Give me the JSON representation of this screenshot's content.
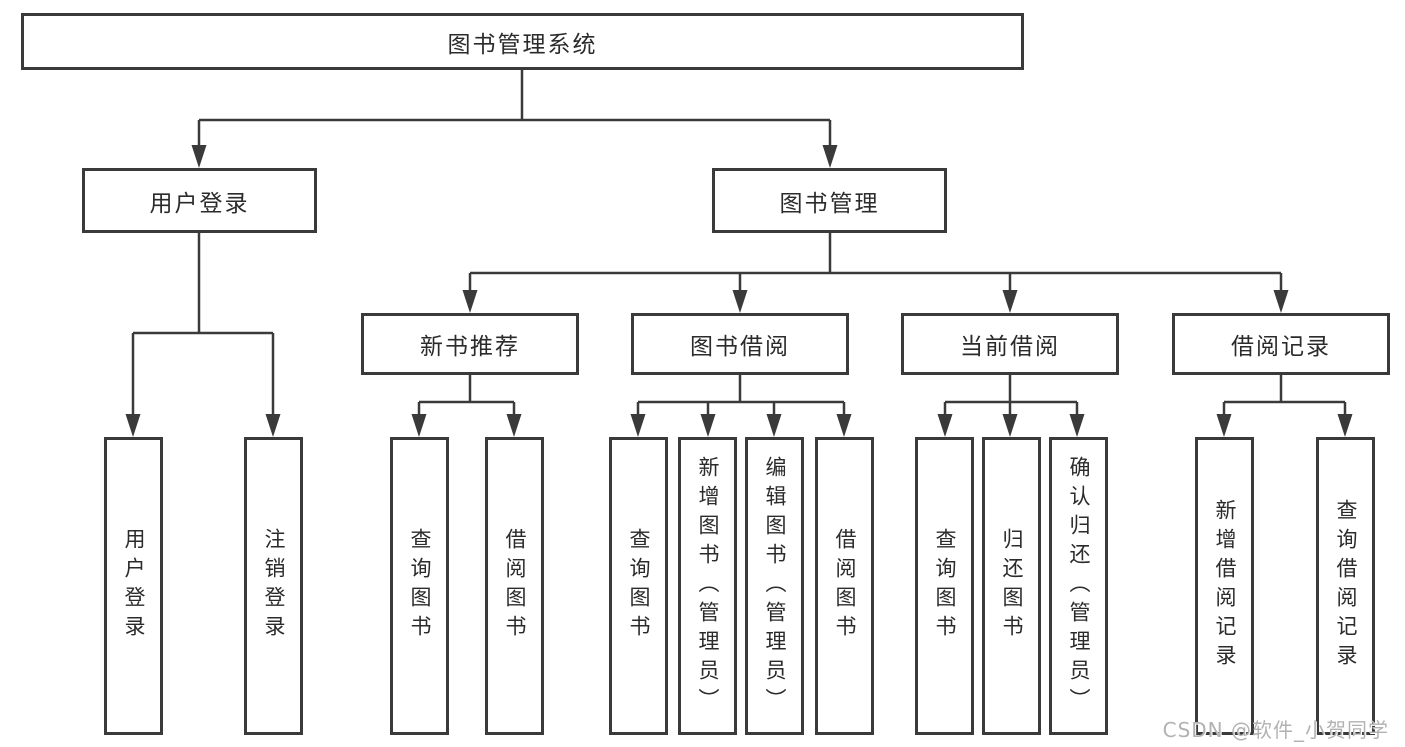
{
  "nodes": {
    "root": "图书管理系统",
    "user_login": "用户登录",
    "book_mgmt": "图书管理",
    "new_book_rec": "新书推荐",
    "book_borrow": "图书借阅",
    "current_borrow": "当前借阅",
    "borrow_record": "借阅记录",
    "leaf_user_login": "用户登录",
    "leaf_logout": "注销登录",
    "leaf_nbr_query": "查询图书",
    "leaf_nbr_borrow": "借阅图书",
    "leaf_bb_query": "查询图书",
    "leaf_bb_add": "新增图书（管理员）",
    "leaf_bb_edit": "编辑图书（管理员）",
    "leaf_bb_borrow": "借阅图书",
    "leaf_cb_query": "查询图书",
    "leaf_cb_return": "归还图书",
    "leaf_cb_confirm": "确认归还（管理员）",
    "leaf_br_add": "新增借阅记录",
    "leaf_br_query": "查询借阅记录"
  },
  "structure": {
    "图书管理系统": [
      "用户登录",
      "图书管理"
    ],
    "用户登录": [
      "用户登录",
      "注销登录"
    ],
    "图书管理": [
      "新书推荐",
      "图书借阅",
      "当前借阅",
      "借阅记录"
    ],
    "新书推荐": [
      "查询图书",
      "借阅图书"
    ],
    "图书借阅": [
      "查询图书",
      "新增图书（管理员）",
      "编辑图书（管理员）",
      "借阅图书"
    ],
    "当前借阅": [
      "查询图书",
      "归还图书",
      "确认归还（管理员）"
    ],
    "借阅记录": [
      "新增借阅记录",
      "查询借阅记录"
    ]
  },
  "watermark": "CSDN @软件_小贺同学",
  "colors": {
    "line": "#3a3a3a",
    "text": "#2b2b2b",
    "box_background": "#ffffff",
    "watermark": "#b2b2b2",
    "page_background": "#ffffff"
  }
}
